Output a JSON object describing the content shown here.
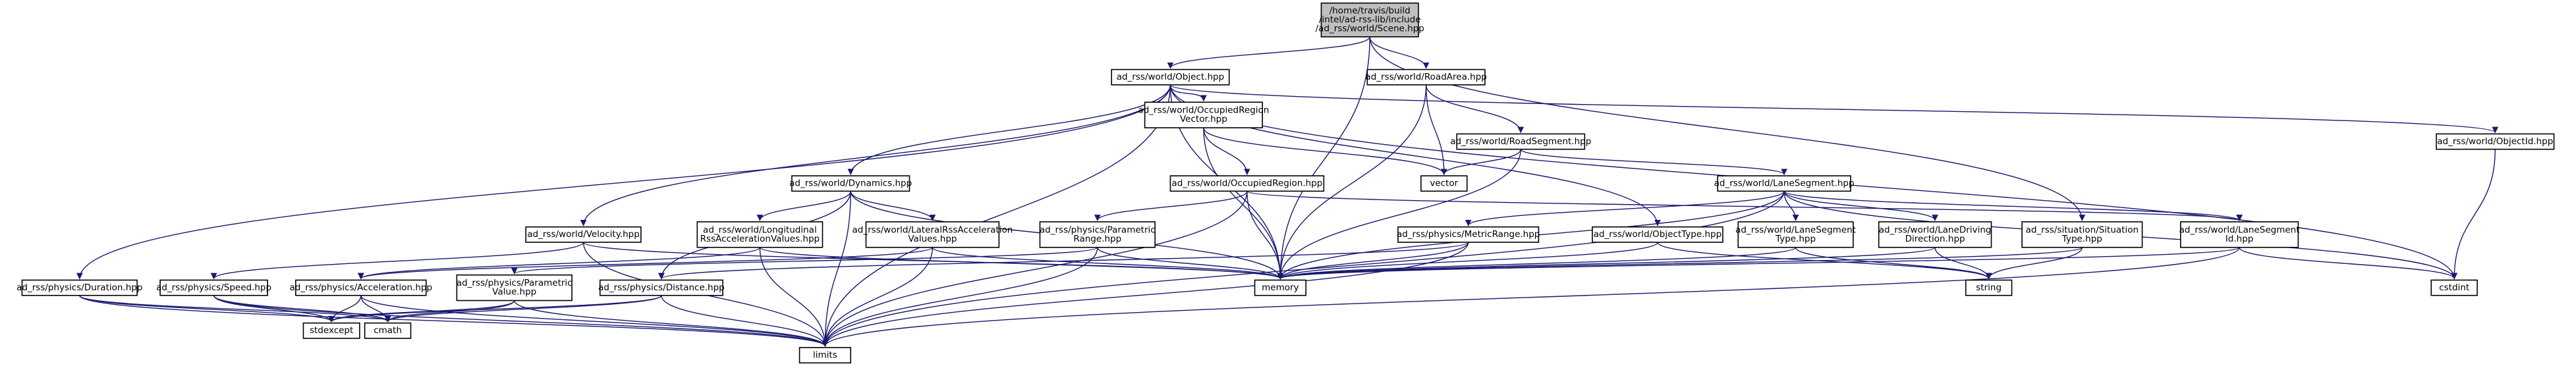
{
  "nodes": {
    "scene": {
      "lines": [
        "/home/travis/build",
        "/intel/ad-rss-lib/include",
        "/ad_rss/world/Scene.hpp"
      ],
      "focus": true
    },
    "object": {
      "lines": [
        "ad_rss/world/Object.hpp"
      ]
    },
    "roadarea": {
      "lines": [
        "ad_rss/world/RoadArea.hpp"
      ]
    },
    "occregionvector": {
      "lines": [
        "ad_rss/world/OccupiedRegion",
        "Vector.hpp"
      ]
    },
    "roadsegment": {
      "lines": [
        "ad_rss/world/RoadSegment.hpp"
      ]
    },
    "objectid": {
      "lines": [
        "ad_rss/world/ObjectId.hpp"
      ]
    },
    "dynamics": {
      "lines": [
        "ad_rss/world/Dynamics.hpp"
      ]
    },
    "occregion": {
      "lines": [
        "ad_rss/world/OccupiedRegion.hpp"
      ]
    },
    "vector": {
      "lines": [
        "vector"
      ],
      "plain": true
    },
    "lanesegment": {
      "lines": [
        "ad_rss/world/LaneSegment.hpp"
      ]
    },
    "velocity": {
      "lines": [
        "ad_rss/world/Velocity.hpp"
      ]
    },
    "longitudinal": {
      "lines": [
        "ad_rss/world/Longitudinal",
        "RssAccelerationValues.hpp"
      ]
    },
    "lateral": {
      "lines": [
        "ad_rss/world/LateralRssAcceleration",
        "Values.hpp"
      ]
    },
    "paramrange": {
      "lines": [
        "ad_rss/physics/Parametric",
        "Range.hpp"
      ]
    },
    "metricrange": {
      "lines": [
        "ad_rss/physics/MetricRange.hpp"
      ]
    },
    "objecttype": {
      "lines": [
        "ad_rss/world/ObjectType.hpp"
      ]
    },
    "lanesegtype": {
      "lines": [
        "ad_rss/world/LaneSegment",
        "Type.hpp"
      ]
    },
    "lanedriving": {
      "lines": [
        "ad_rss/world/LaneDriving",
        "Direction.hpp"
      ]
    },
    "situationtype": {
      "lines": [
        "ad_rss/situation/Situation",
        "Type.hpp"
      ]
    },
    "lanesegid": {
      "lines": [
        "ad_rss/world/LaneSegment",
        "Id.hpp"
      ]
    },
    "duration": {
      "lines": [
        "ad_rss/physics/Duration.hpp"
      ]
    },
    "speed": {
      "lines": [
        "ad_rss/physics/Speed.hpp"
      ]
    },
    "acceleration": {
      "lines": [
        "ad_rss/physics/Acceleration.hpp"
      ]
    },
    "paramvalue": {
      "lines": [
        "ad_rss/physics/Parametric",
        "Value.hpp"
      ]
    },
    "distance": {
      "lines": [
        "ad_rss/physics/Distance.hpp"
      ]
    },
    "memory": {
      "lines": [
        "memory"
      ],
      "plain": true
    },
    "string": {
      "lines": [
        "string"
      ],
      "plain": true
    },
    "cstdint": {
      "lines": [
        "cstdint"
      ],
      "plain": true
    },
    "stdexcept": {
      "lines": [
        "stdexcept"
      ],
      "plain": true
    },
    "cmath": {
      "lines": [
        "cmath"
      ],
      "plain": true
    },
    "limits": {
      "lines": [
        "limits"
      ],
      "plain": true
    }
  },
  "edges": [
    [
      "scene",
      "object"
    ],
    [
      "scene",
      "roadarea"
    ],
    [
      "scene",
      "memory"
    ],
    [
      "scene",
      "situationtype"
    ],
    [
      "object",
      "occregionvector"
    ],
    [
      "object",
      "objectid"
    ],
    [
      "object",
      "dynamics"
    ],
    [
      "object",
      "velocity"
    ],
    [
      "object",
      "duration"
    ],
    [
      "object",
      "objecttype"
    ],
    [
      "object",
      "memory"
    ],
    [
      "object",
      "cstdint"
    ],
    [
      "object",
      "limits"
    ],
    [
      "roadarea",
      "roadsegment"
    ],
    [
      "roadarea",
      "vector"
    ],
    [
      "roadarea",
      "memory"
    ],
    [
      "occregionvector",
      "occregion"
    ],
    [
      "occregionvector",
      "vector"
    ],
    [
      "occregionvector",
      "memory"
    ],
    [
      "roadsegment",
      "lanesegment"
    ],
    [
      "roadsegment",
      "vector"
    ],
    [
      "roadsegment",
      "memory"
    ],
    [
      "objectid",
      "cstdint"
    ],
    [
      "dynamics",
      "longitudinal"
    ],
    [
      "dynamics",
      "lateral"
    ],
    [
      "dynamics",
      "distance"
    ],
    [
      "dynamics",
      "memory"
    ],
    [
      "dynamics",
      "limits"
    ],
    [
      "occregion",
      "paramrange"
    ],
    [
      "occregion",
      "lanesegid"
    ],
    [
      "occregion",
      "memory"
    ],
    [
      "occregion",
      "limits"
    ],
    [
      "lanesegment",
      "metricrange"
    ],
    [
      "lanesegment",
      "lanesegtype"
    ],
    [
      "lanesegment",
      "lanedriving"
    ],
    [
      "lanesegment",
      "lanesegid"
    ],
    [
      "lanesegment",
      "memory"
    ],
    [
      "lanesegment",
      "cstdint"
    ],
    [
      "lanesegment",
      "limits"
    ],
    [
      "velocity",
      "speed"
    ],
    [
      "velocity",
      "memory"
    ],
    [
      "velocity",
      "limits"
    ],
    [
      "longitudinal",
      "acceleration"
    ],
    [
      "longitudinal",
      "memory"
    ],
    [
      "longitudinal",
      "limits"
    ],
    [
      "lateral",
      "acceleration"
    ],
    [
      "lateral",
      "memory"
    ],
    [
      "lateral",
      "limits"
    ],
    [
      "paramrange",
      "paramvalue"
    ],
    [
      "paramrange",
      "memory"
    ],
    [
      "paramrange",
      "limits"
    ],
    [
      "metricrange",
      "distance"
    ],
    [
      "metricrange",
      "memory"
    ],
    [
      "metricrange",
      "limits"
    ],
    [
      "objecttype",
      "memory"
    ],
    [
      "objecttype",
      "string"
    ],
    [
      "lanesegtype",
      "memory"
    ],
    [
      "lanesegtype",
      "string"
    ],
    [
      "lanedriving",
      "memory"
    ],
    [
      "lanedriving",
      "string"
    ],
    [
      "situationtype",
      "memory"
    ],
    [
      "situationtype",
      "string"
    ],
    [
      "lanesegid",
      "cstdint"
    ],
    [
      "lanesegid",
      "memory"
    ],
    [
      "lanesegid",
      "limits"
    ],
    [
      "duration",
      "stdexcept"
    ],
    [
      "duration",
      "cmath"
    ],
    [
      "duration",
      "limits"
    ],
    [
      "speed",
      "stdexcept"
    ],
    [
      "speed",
      "cmath"
    ],
    [
      "speed",
      "limits"
    ],
    [
      "acceleration",
      "stdexcept"
    ],
    [
      "acceleration",
      "cmath"
    ],
    [
      "acceleration",
      "limits"
    ],
    [
      "paramvalue",
      "stdexcept"
    ],
    [
      "paramvalue",
      "cmath"
    ],
    [
      "paramvalue",
      "limits"
    ],
    [
      "distance",
      "stdexcept"
    ],
    [
      "distance",
      "cmath"
    ],
    [
      "distance",
      "limits"
    ]
  ],
  "colors": {
    "edge": "#191970",
    "focus_fill": "#bfbfbf",
    "node_fill": "#ffffff",
    "border": "#000000"
  }
}
